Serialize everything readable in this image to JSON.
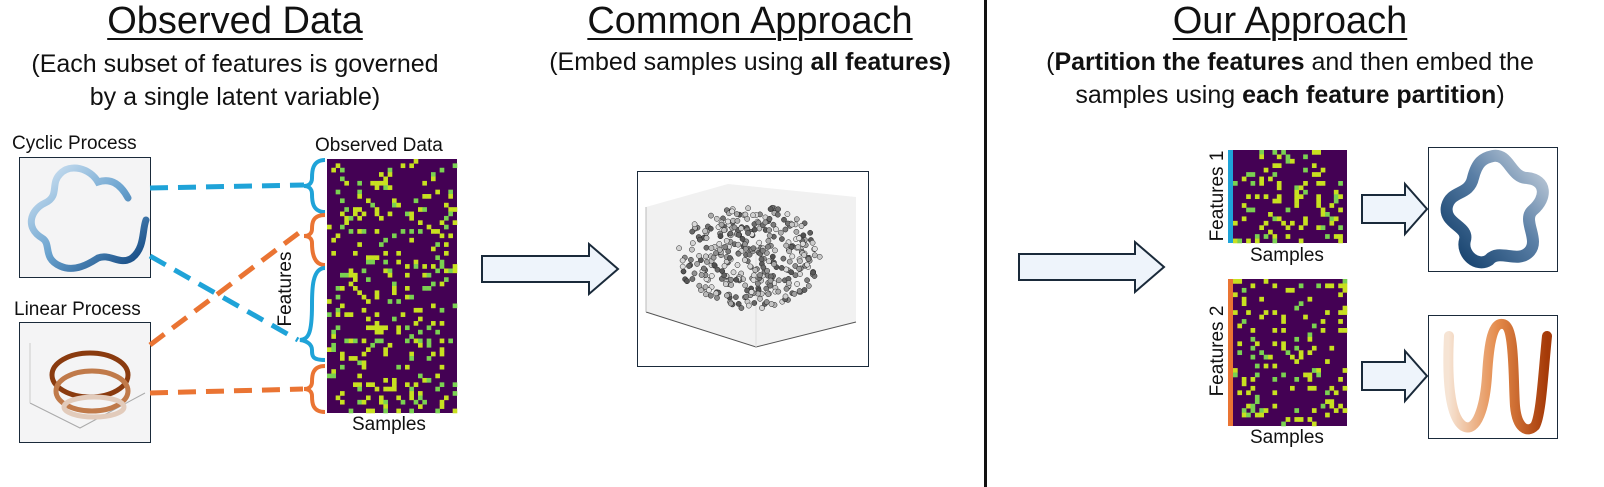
{
  "observed": {
    "title": "Observed Data",
    "subtitle_line1": "(Each subset of features is governed",
    "subtitle_line2": "by a single latent variable)",
    "cyclic_label": "Cyclic Process",
    "linear_label": "Linear Process",
    "matrix_title": "Observed Data",
    "features_label": "Features",
    "samples_label": "Samples"
  },
  "common": {
    "title": "Common Approach",
    "subtitle_pre": "(Embed samples using ",
    "subtitle_bold": "all features)"
  },
  "ours": {
    "title": "Our Approach",
    "line1_open": "(",
    "line1_bold": "Partition the features",
    "line1_rest": " and then embed the",
    "line2_pre": "samples using ",
    "line2_bold": "each feature partition",
    "line2_close": ")",
    "features1_label": "Features  1",
    "features2_label": "Features  2",
    "samples1_label": "Samples",
    "samples2_label": "Samples"
  },
  "colors": {
    "cyclic_accent": "#1fa3d8",
    "linear_accent": "#ea7433",
    "heatmap_bg": "#440154",
    "heatmap_hot": "#c8e020",
    "heatmap_mid": "#7ad151",
    "arrow_fill": "#eef4fb",
    "arrow_stroke": "#1a2a3a"
  },
  "icons": {
    "block_arrow": "right-block-arrow-icon",
    "brace": "curly-brace-icon"
  }
}
